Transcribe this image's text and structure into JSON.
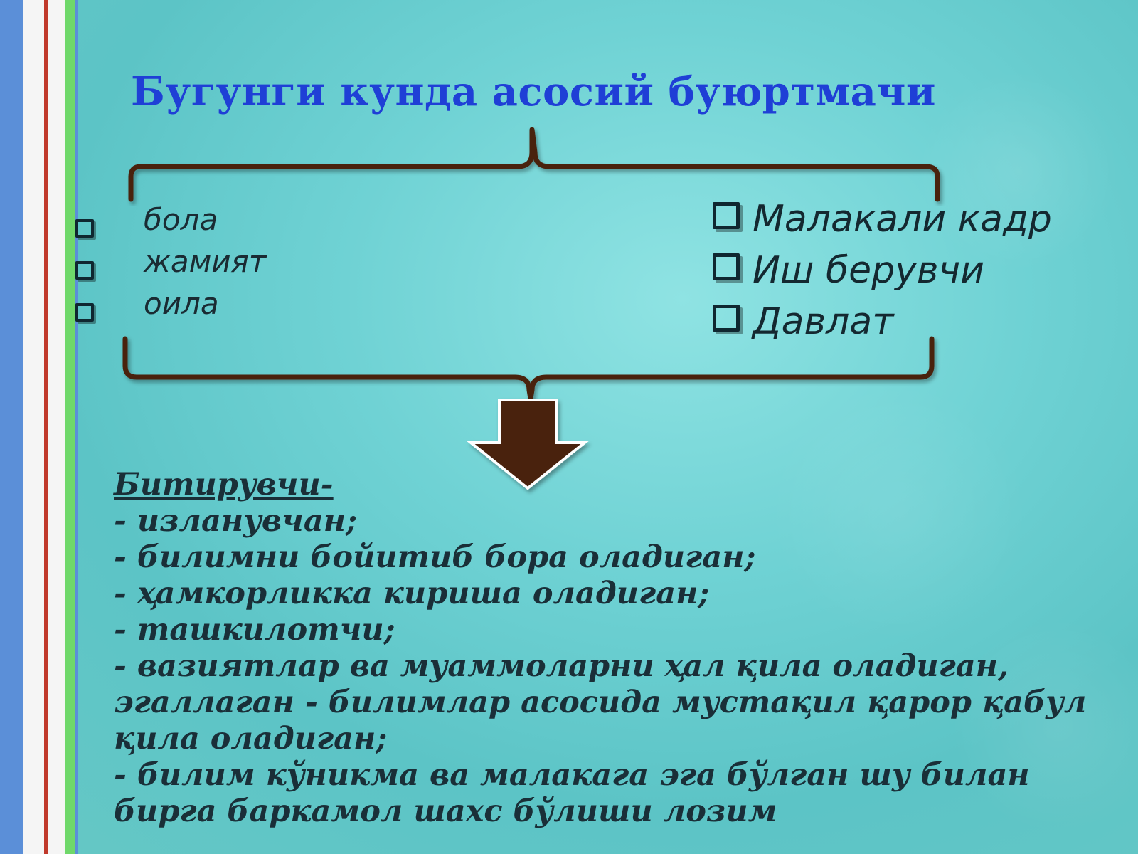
{
  "colors": {
    "title": "#1f3fd6",
    "bracket": "#4a2410",
    "arrow": "#4a2008",
    "arrow_outline": "#ffffff",
    "text_dark": "#1a2f38",
    "stripe_blue": "#5b8fd8",
    "stripe_red": "#c0392b",
    "stripe_green": "#6fd86a",
    "stripe_white": "#f5f5f5"
  },
  "title": "Бугунги кунда асосий буюртмачи",
  "left_items": [
    {
      "label": "бола",
      "icon": "checkbox-icon"
    },
    {
      "label": "жамият",
      "icon": "checkbox-icon"
    },
    {
      "label": "оила",
      "icon": "checkbox-icon"
    }
  ],
  "right_items": [
    {
      "label": "Малакали кадр",
      "icon": "checkbox-icon"
    },
    {
      "label": "Иш берувчи",
      "icon": "checkbox-icon"
    },
    {
      "label": "Давлат",
      "icon": "checkbox-icon"
    }
  ],
  "graduate": {
    "heading": "Битирувчи- ",
    "lines": [
      "- изланувчан;",
      "- билимни бойитиб бора оладиган;",
      "- ҳамкорликка кириша оладиган;",
      "- ташкилотчи;",
      "- вазиятлар ва муаммоларни ҳал қила оладиган,",
      "эгаллаган - билимлар асосида мустақил қарор қабул",
      "қила оладиган;",
      "- билим кўникма ва малакага эга бўлган  шу билан",
      "бирга баркамол шахс бўлиши лозим"
    ]
  }
}
